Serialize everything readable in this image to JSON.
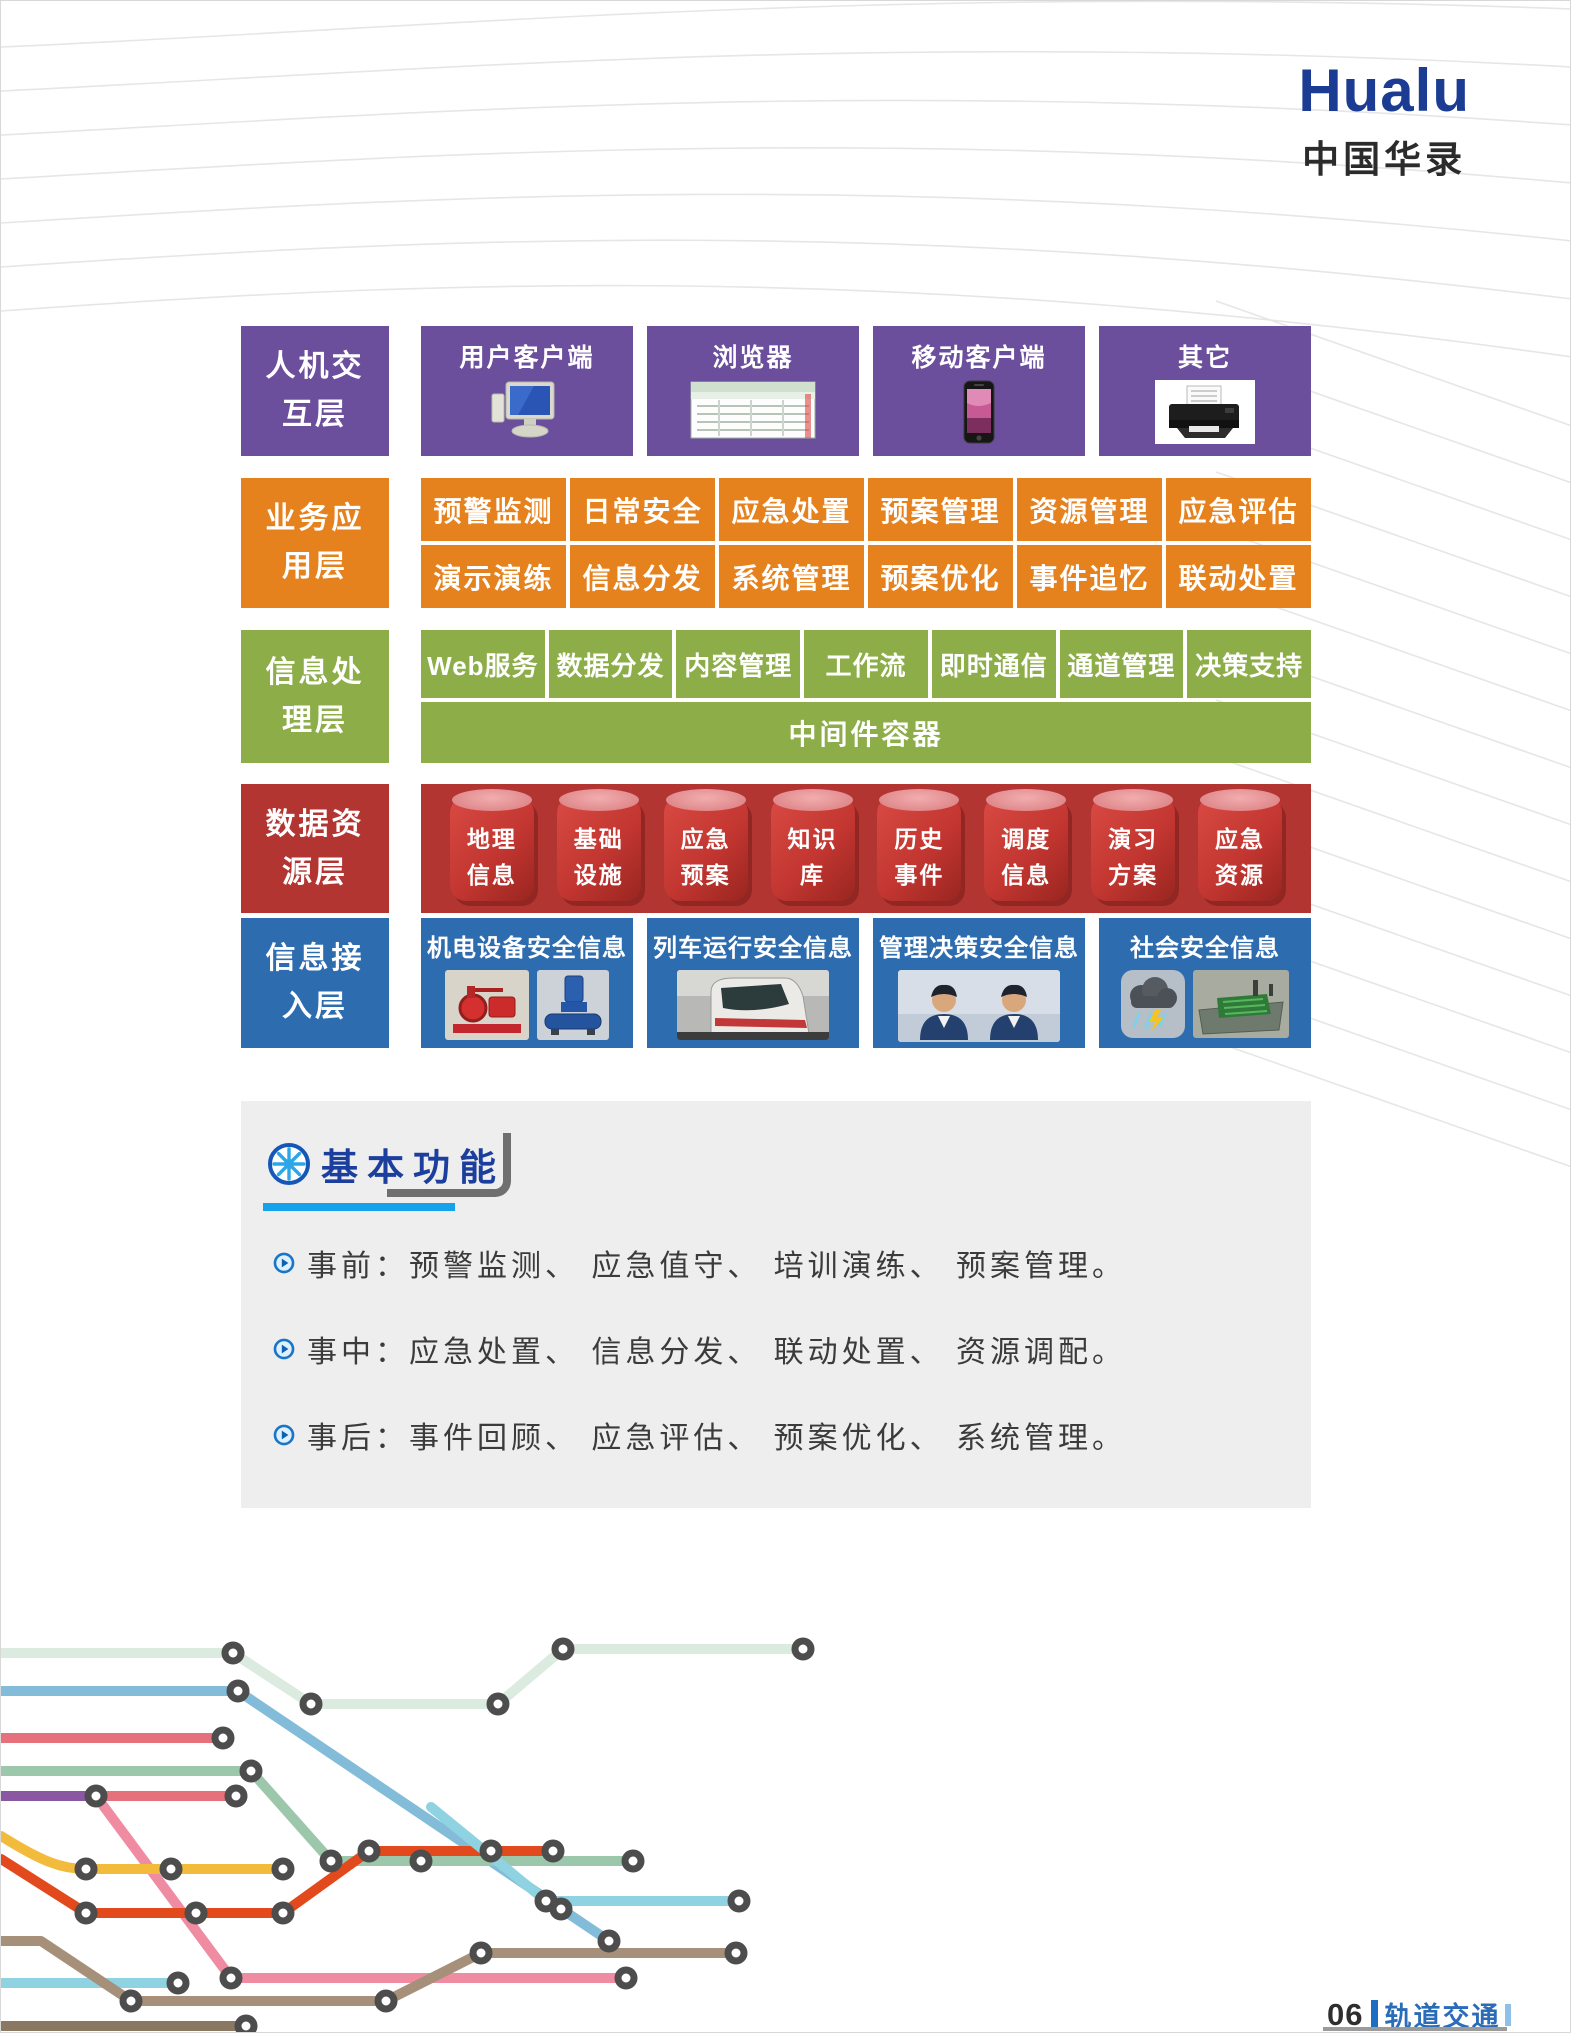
{
  "logo": {
    "brand": "Hualu",
    "company": "中国华录"
  },
  "architecture": {
    "layers": [
      {
        "label_lines": [
          "人机交",
          "互层"
        ],
        "color": "#6b4e9c",
        "items": [
          {
            "label": "用户客户端",
            "icon": "desktop-computer-icon"
          },
          {
            "label": "浏览器",
            "icon": "browser-window-icon"
          },
          {
            "label": "移动客户端",
            "icon": "smartphone-icon"
          },
          {
            "label": "其它",
            "icon": "printer-icon"
          }
        ]
      },
      {
        "label_lines": [
          "业务应",
          "用层"
        ],
        "color": "#e5821e",
        "rows": [
          [
            "预警监测",
            "日常安全",
            "应急处置",
            "预案管理",
            "资源管理",
            "应急评估"
          ],
          [
            "演示演练",
            "信息分发",
            "系统管理",
            "预案优化",
            "事件追忆",
            "联动处置"
          ]
        ]
      },
      {
        "label_lines": [
          "信息处",
          "理层"
        ],
        "color": "#8cad48",
        "cells": [
          "Web服务",
          "数据分发",
          "内容管理",
          "工作流",
          "即时通信",
          "通道管理",
          "决策支持"
        ],
        "container_label": "中间件容器"
      },
      {
        "label_lines": [
          "数据资",
          "源层"
        ],
        "color": "#b23531",
        "cylinders": [
          [
            "地理",
            "信息"
          ],
          [
            "基础",
            "设施"
          ],
          [
            "应急",
            "预案"
          ],
          [
            "知识",
            "库"
          ],
          [
            "历史",
            "事件"
          ],
          [
            "调度",
            "信息"
          ],
          [
            "演习",
            "方案"
          ],
          [
            "应急",
            "资源"
          ]
        ]
      },
      {
        "label_lines": [
          "信息接",
          "入层"
        ],
        "color": "#2e6cb0",
        "items": [
          {
            "label": "机电设备安全信息",
            "icon": "pump-equipment-photos"
          },
          {
            "label": "列车运行安全信息",
            "icon": "train-photo"
          },
          {
            "label": "管理决策安全信息",
            "icon": "decision-makers-photo"
          },
          {
            "label": "社会安全信息",
            "icon": "weather-and-circuit-photos"
          }
        ]
      }
    ]
  },
  "functions_section": {
    "title": "基本功能",
    "bullets": [
      {
        "text": "事前：预警监测、 应急值守、 培训演练、 预案管理。"
      },
      {
        "text": "事中：应急处置、 信息分发、 联动处置、 资源调配。"
      },
      {
        "text": "事后：事件回顾、 应急评估、 预案优化、 系统管理。"
      }
    ]
  },
  "footer": {
    "page_number": "06",
    "section": "轨道交通"
  },
  "decoration": {
    "metro_line_colors": [
      "#dcebe0",
      "#82bcd9",
      "#e4717b",
      "#9cc7ab",
      "#8a57a3",
      "#f3bb3b",
      "#e2491d",
      "#8fd3e2",
      "#ef8ca2",
      "#a69079"
    ]
  }
}
